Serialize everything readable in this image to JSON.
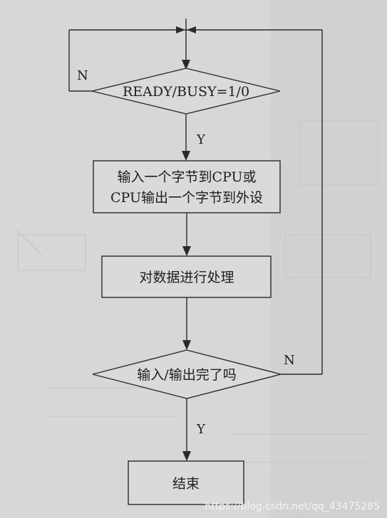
{
  "nodes": {
    "decision_ready": "READY/BUSY=1/0",
    "process_io_line1": "输入一个字节到CPU或",
    "process_io_line2": "CPU输出一个字节到外设",
    "process_data": "对数据进行处理",
    "decision_done": "输入/输出完了吗",
    "end": "结束"
  },
  "edge_labels": {
    "ready_no": "N",
    "ready_yes": "Y",
    "done_no": "N",
    "done_yes": "Y"
  },
  "watermark": "https://blog.csdn.net/qq_43475285"
}
